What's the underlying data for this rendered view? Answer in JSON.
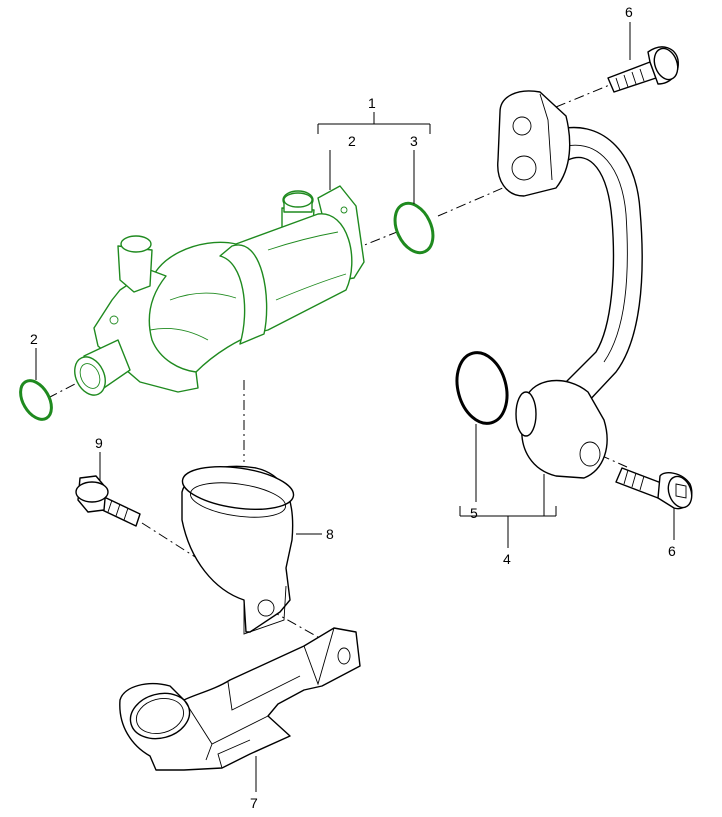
{
  "diagram": {
    "highlight_color": "#1f8a1f",
    "line_color": "#000000",
    "background": "#ffffff",
    "callouts": [
      {
        "id": "c1",
        "label": "1"
      },
      {
        "id": "c2a",
        "label": "2"
      },
      {
        "id": "c3",
        "label": "3"
      },
      {
        "id": "c2b",
        "label": "2"
      },
      {
        "id": "c6a",
        "label": "6"
      },
      {
        "id": "c5",
        "label": "5"
      },
      {
        "id": "c4",
        "label": "4"
      },
      {
        "id": "c6b",
        "label": "6"
      },
      {
        "id": "c9",
        "label": "9"
      },
      {
        "id": "c8",
        "label": "8"
      },
      {
        "id": "c7",
        "label": "7"
      }
    ]
  }
}
